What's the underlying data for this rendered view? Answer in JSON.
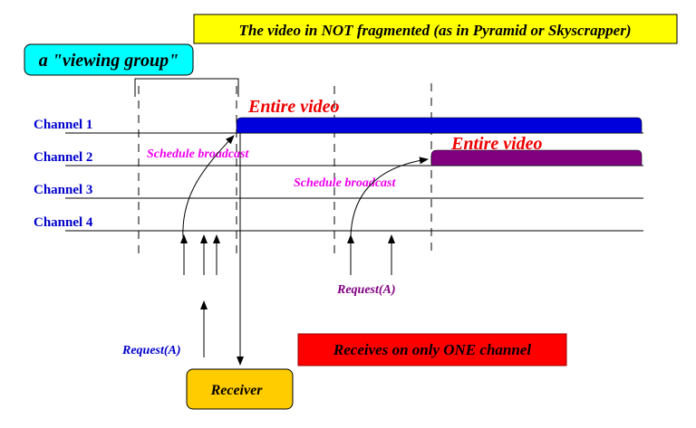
{
  "title_note": "The video in NOT fragmented (as in Pyramid or Skyscrapper)",
  "viewing_group_label": "a \"viewing group\"",
  "channels": [
    "Channel 1",
    "Channel 2",
    "Channel 3",
    "Channel 4"
  ],
  "broadcast_label_1": "Entire video",
  "broadcast_label_2": "Entire video",
  "schedule_label_1": "Schedule broadcast",
  "schedule_label_2": "Schedule broadcast",
  "request_label_1": "Request(A)",
  "request_label_2": "Request(A)",
  "receiver_label": "Receiver",
  "receives_note": "Receives on only ONE channel",
  "colors": {
    "title_note_bg": "#ffff00",
    "viewing_group_bg": "#00ffff",
    "channel_text": "#0000cc",
    "broadcast_1_bar": "#0000dd",
    "broadcast_2_bar": "#800080",
    "entire_video_text": "#ee0000",
    "schedule_text": "#ee00ee",
    "request_1_text": "#0000cc",
    "request_2_text": "#800080",
    "receiver_bg": "#ffcc00",
    "receives_note_bg": "#ff0000",
    "receives_note_border": "#990000"
  }
}
